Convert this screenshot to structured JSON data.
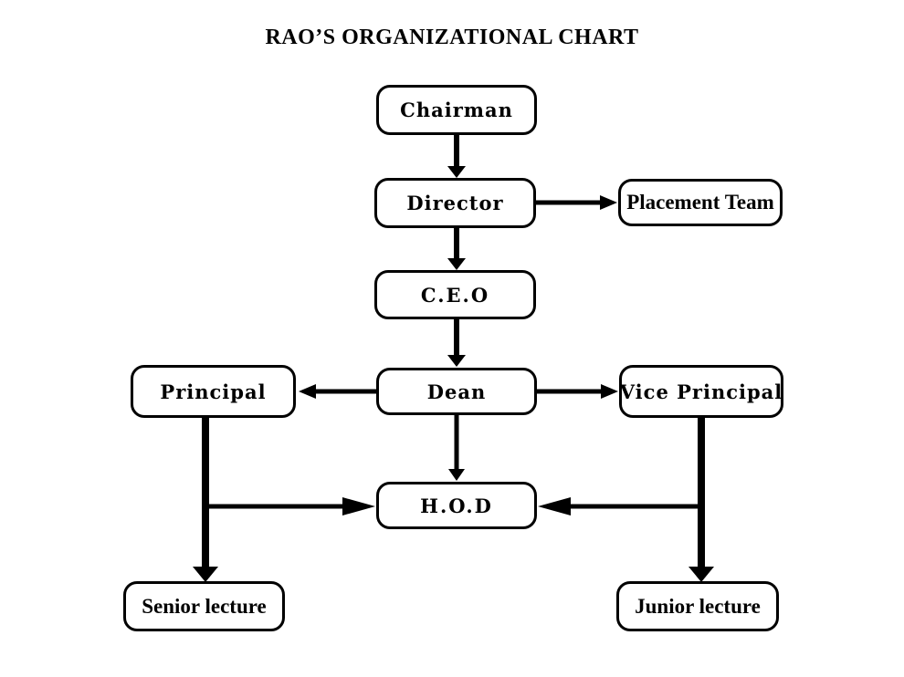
{
  "title": "RAO’S ORGANIZATIONAL CHART",
  "nodes": {
    "chairman": {
      "label": "Chairman"
    },
    "director": {
      "label": "Director"
    },
    "placement_team": {
      "label": "Placement Team"
    },
    "ceo": {
      "label": "C.E.O"
    },
    "dean": {
      "label": "Dean"
    },
    "principal": {
      "label": "Principal"
    },
    "vice_principal": {
      "label": "Vice Principal"
    },
    "hod": {
      "label": "H.O.D"
    },
    "senior_lecture": {
      "label": "Senior lecture"
    },
    "junior_lecture": {
      "label": "Junior lecture"
    }
  },
  "edges": [
    {
      "from": "Chairman",
      "to": "Director"
    },
    {
      "from": "Director",
      "to": "Placement Team"
    },
    {
      "from": "Director",
      "to": "C.E.O"
    },
    {
      "from": "C.E.O",
      "to": "Dean"
    },
    {
      "from": "Dean",
      "to": "Principal"
    },
    {
      "from": "Dean",
      "to": "Vice Principal"
    },
    {
      "from": "Dean",
      "to": "H.O.D"
    },
    {
      "from": "Principal",
      "to": "H.O.D"
    },
    {
      "from": "Principal",
      "to": "Senior lecture"
    },
    {
      "from": "Vice Principal",
      "to": "H.O.D"
    },
    {
      "from": "Vice Principal",
      "to": "Junior lecture"
    }
  ],
  "colors": {
    "ink": "#000000",
    "background": "#ffffff"
  }
}
